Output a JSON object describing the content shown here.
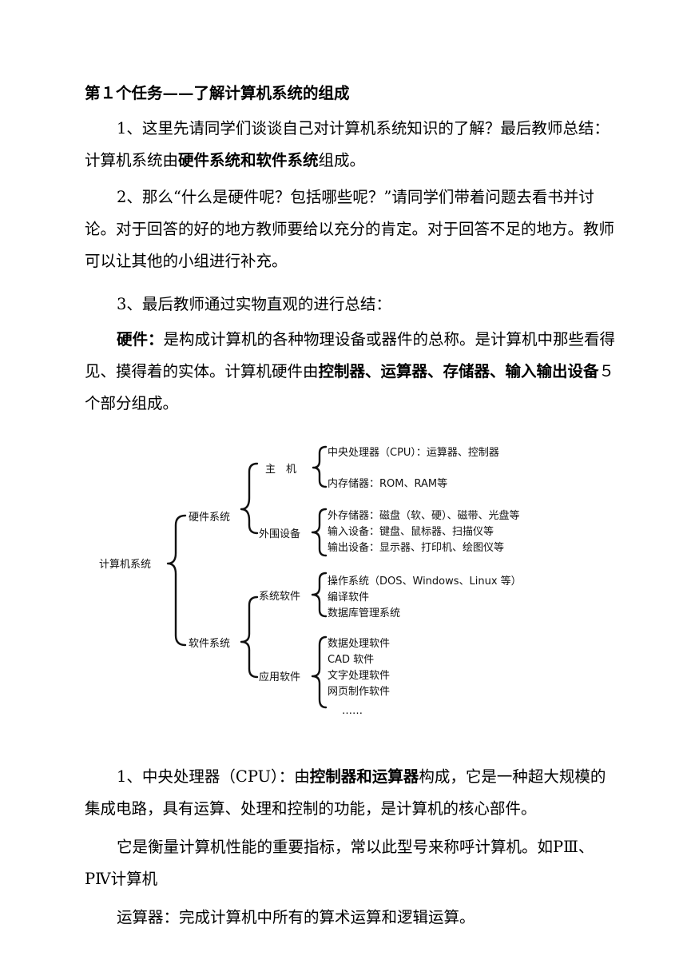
{
  "heading": "第１个任务——了解计算机系统的组成",
  "para1": {
    "a": "1、这里先请同学们谈谈自己对计算机系统知识的了解？最后教师总结：计算机系统由",
    "b": "硬件系统和软件系统",
    "c": "组成。"
  },
  "para2": "2、那么“什么是硬件呢？包括哪些呢？”请同学们带着问题去看书并讨论。对于回答的好的地方教师要给以充分的肯定。对于回答不足的地方。教师可以让其他的小组进行补充。",
  "para3": "3、最后教师通过实物直观的进行总结：",
  "para4": {
    "a": "硬件：",
    "b": "是构成计算机的各种物理设备或器件的总称。是计算机中那些看得见、摸得着的实体。计算机硬件由",
    "c": "控制器、运算器、存储器、输入输出设备",
    "d": "５个部分组成。"
  },
  "diagram": {
    "root": "计算机系统",
    "hardware": "硬件系统",
    "host": "主　机",
    "cpu": "中央处理器（CPU）：运算器、控制器",
    "memory": "内存储器：ROM、RAM等",
    "peripheral": "外围设备",
    "external_storage": "外存储器：磁盘（软、硬）、磁带、光盘等",
    "input_devices": "输入设备：键盘、鼠标器、扫描仪等",
    "output_devices": "输出设备：显示器、打印机、绘图仪等",
    "software": "软件系统",
    "system_software": "系统软件",
    "os": "操作系统（DOS、Windows、Linux 等）",
    "compiler": "编译软件",
    "dbms": "数据库管理系统",
    "application_software": "应用软件",
    "data_processing": "数据处理软件",
    "cad": "CAD 软件",
    "word_processing": "文字处理软件",
    "web_authoring": "网页制作软件",
    "ellipsis": "……"
  },
  "para5": {
    "a": "1、中央处理器（CPU）：由",
    "b": "控制器和运算器",
    "c": "构成，它是一种超大规模的集成电路，具有运算、处理和控制的功能，是计算机的核心部件。"
  },
  "para6": "它是衡量计算机性能的重要指标，常以此型号来称呼计算机。如PⅢ、PⅣ计算机",
  "para7": "运算器：完成计算机中所有的算术运算和逻辑运算。"
}
